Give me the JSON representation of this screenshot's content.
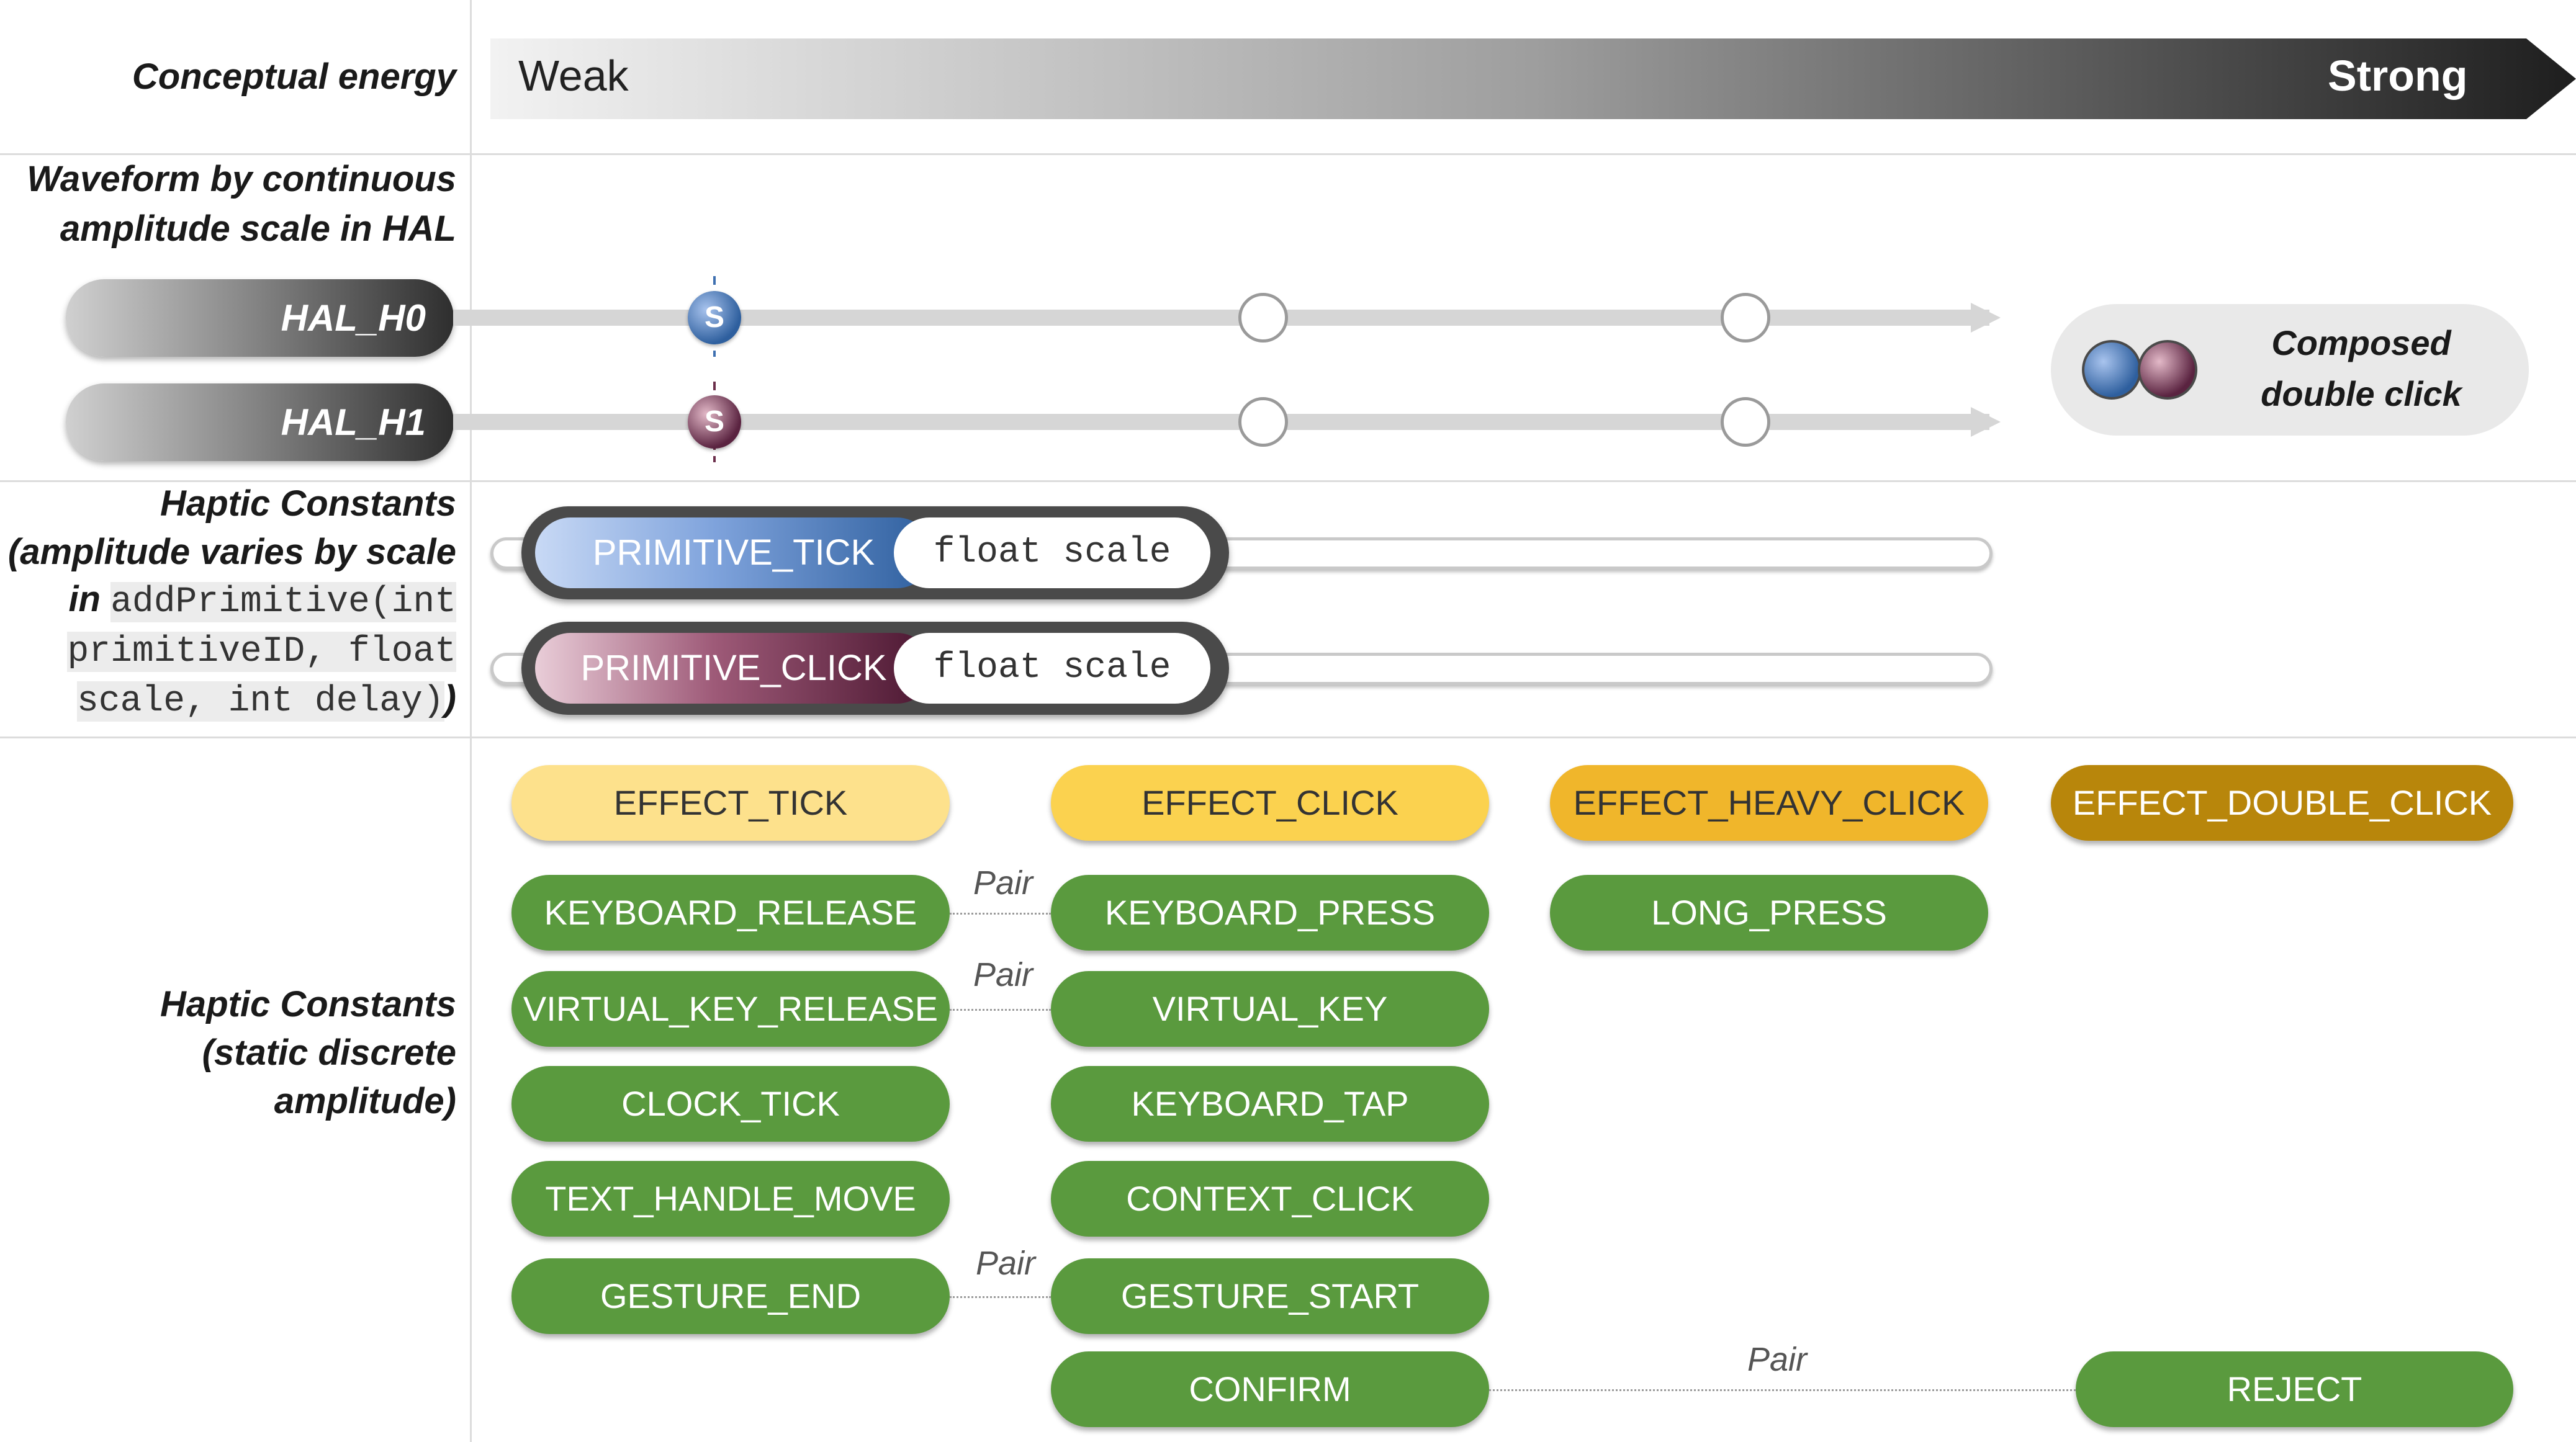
{
  "row_labels": {
    "energy": "Conceptual energy",
    "waveform_line1": "Waveform by continuous",
    "waveform_line2": "amplitude scale in HAL",
    "primitive_l1": "Haptic Constants",
    "primitive_l2": "(amplitude varies by scale",
    "primitive_l3_pre": "in ",
    "primitive_l3_code": "addPrimitive(int",
    "primitive_l4_code": "primitiveID, float",
    "primitive_l5_code": "scale, int delay)",
    "primitive_l5_post": ")",
    "static_l1": "Haptic Constants",
    "static_l2": "(static discrete",
    "static_l3": "amplitude)"
  },
  "energy": {
    "weak": "Weak",
    "strong": "Strong"
  },
  "hal": {
    "h0": "HAL_H0",
    "h1": "HAL_H1",
    "start_marker": "S",
    "composed_l1": "Composed",
    "composed_l2": "double click"
  },
  "primitives": {
    "tick_name": "PRIMITIVE_TICK",
    "click_name": "PRIMITIVE_CLICK",
    "scale_label": "float scale"
  },
  "effects": {
    "tick": "EFFECT_TICK",
    "click": "EFFECT_CLICK",
    "heavy_click": "EFFECT_HEAVY_CLICK",
    "double_click": "EFFECT_DOUBLE_CLICK"
  },
  "constants": {
    "keyboard_release": "KEYBOARD_RELEASE",
    "keyboard_press": "KEYBOARD_PRESS",
    "long_press": "LONG_PRESS",
    "virtual_key_release": "VIRTUAL_KEY_RELEASE",
    "virtual_key": "VIRTUAL_KEY",
    "clock_tick": "CLOCK_TICK",
    "keyboard_tap": "KEYBOARD_TAP",
    "text_handle_move": "TEXT_HANDLE_MOVE",
    "context_click": "CONTEXT_CLICK",
    "gesture_end": "GESTURE_END",
    "gesture_start": "GESTURE_START",
    "confirm": "CONFIRM",
    "reject": "REJECT"
  },
  "pair_label": "Pair",
  "colors": {
    "green": "#5a9a3e",
    "effect_tick": "#fde18c",
    "effect_click": "#fbd24f",
    "effect_heavy_click": "#f0b62b",
    "effect_double_click": "#b8860b",
    "blue_accent": "#3d6fb0",
    "maroon_accent": "#6b2e4a"
  }
}
